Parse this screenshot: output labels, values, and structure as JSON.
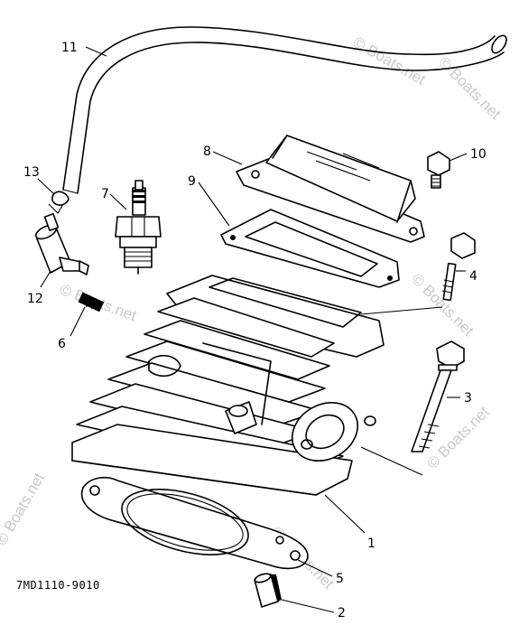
{
  "diagram": {
    "part_code": "7MD1110-9010",
    "watermark": "© Boats.net",
    "callouts": [
      {
        "id": "c1",
        "label": "1"
      },
      {
        "id": "c2",
        "label": "2"
      },
      {
        "id": "c3",
        "label": "3"
      },
      {
        "id": "c4",
        "label": "4"
      },
      {
        "id": "c5",
        "label": "5"
      },
      {
        "id": "c6",
        "label": "6"
      },
      {
        "id": "c7",
        "label": "7"
      },
      {
        "id": "c8",
        "label": "8"
      },
      {
        "id": "c9",
        "label": "9"
      },
      {
        "id": "c10",
        "label": "10"
      },
      {
        "id": "c11",
        "label": "11"
      },
      {
        "id": "c12",
        "label": "12"
      },
      {
        "id": "c13",
        "label": "13"
      }
    ]
  }
}
